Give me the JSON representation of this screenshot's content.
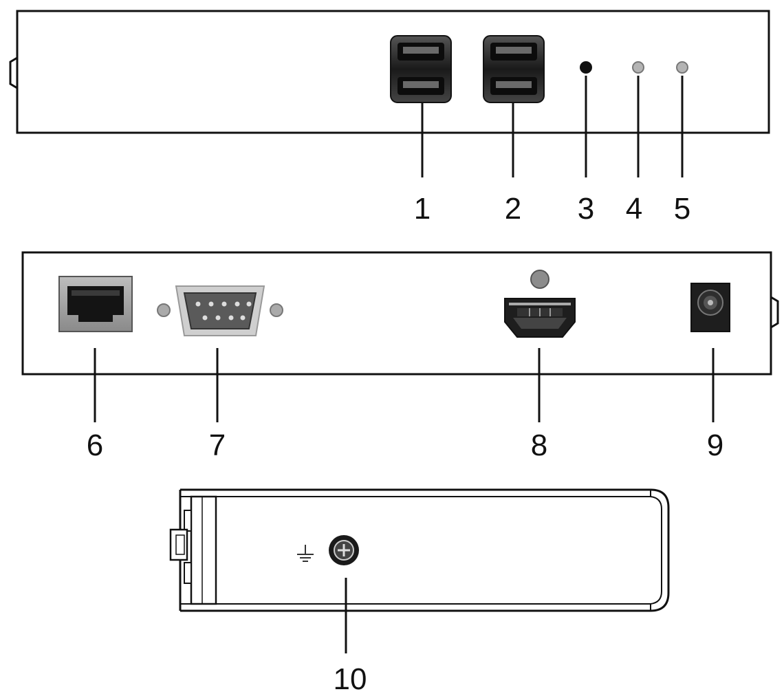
{
  "callouts": {
    "n1": "1",
    "n2": "2",
    "n3": "3",
    "n4": "4",
    "n5": "5",
    "n6": "6",
    "n7": "7",
    "n8": "8",
    "n9": "9",
    "n10": "10"
  },
  "colors": {
    "outline": "#111111",
    "port_dark": "#1e1e1e",
    "port_grey": "#8c8c8c",
    "led_grey": "#b4b4b4"
  },
  "icons": {
    "front_usb_1": "usb-dual-port-icon",
    "front_usb_2": "usb-dual-port-icon",
    "front_button": "button-icon",
    "front_led_4": "led-icon",
    "front_led_5": "led-icon",
    "rear_rj45": "rj45-port-icon",
    "rear_rs232": "db9-port-icon",
    "rear_hdmi": "hdmi-port-icon",
    "rear_power": "dc-power-jack-icon",
    "side_ground": "ground-symbol-icon",
    "side_screw": "screw-icon"
  }
}
